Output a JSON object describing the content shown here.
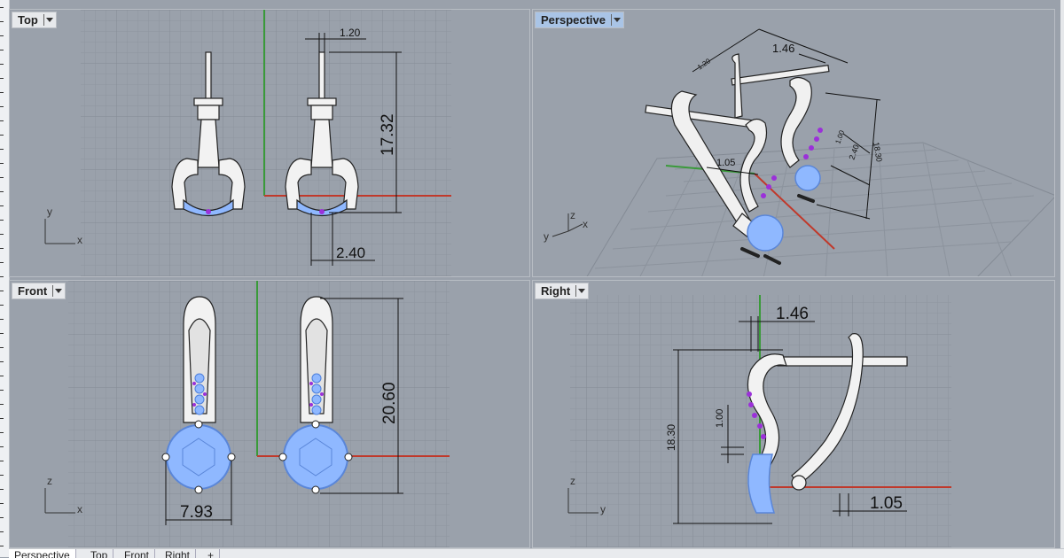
{
  "viewports": {
    "top": {
      "title": "Top",
      "dims": [
        "1.20",
        "17.32",
        "2.40"
      ],
      "axes": {
        "v": "y",
        "h": "x"
      }
    },
    "perspective": {
      "title": "Perspective",
      "dims": [
        "1.46",
        "1.05",
        "18.30",
        "2.40",
        "1.00",
        "1.20"
      ],
      "axes": {
        "v": "z",
        "h1": "y",
        "h2": "x"
      }
    },
    "front": {
      "title": "Front",
      "dims": [
        "20.60",
        "7.93"
      ],
      "axes": {
        "v": "z",
        "h": "x"
      }
    },
    "right": {
      "title": "Right",
      "dims": [
        "1.46",
        "18.30",
        "1.00",
        "1.05"
      ],
      "axes": {
        "v": "z",
        "h": "y"
      }
    }
  },
  "tabs": [
    "Perspective",
    "Top",
    "Front",
    "Right",
    "+"
  ],
  "colors": {
    "viewport_bg": "#9aa1ab",
    "grid": "#8c939d",
    "x_axis": "#c0392b",
    "y_axis": "#3a9a3a",
    "gem": "#8fb8ff",
    "accent_gem": "#9b30d9",
    "metal": "#f2f2f2"
  }
}
